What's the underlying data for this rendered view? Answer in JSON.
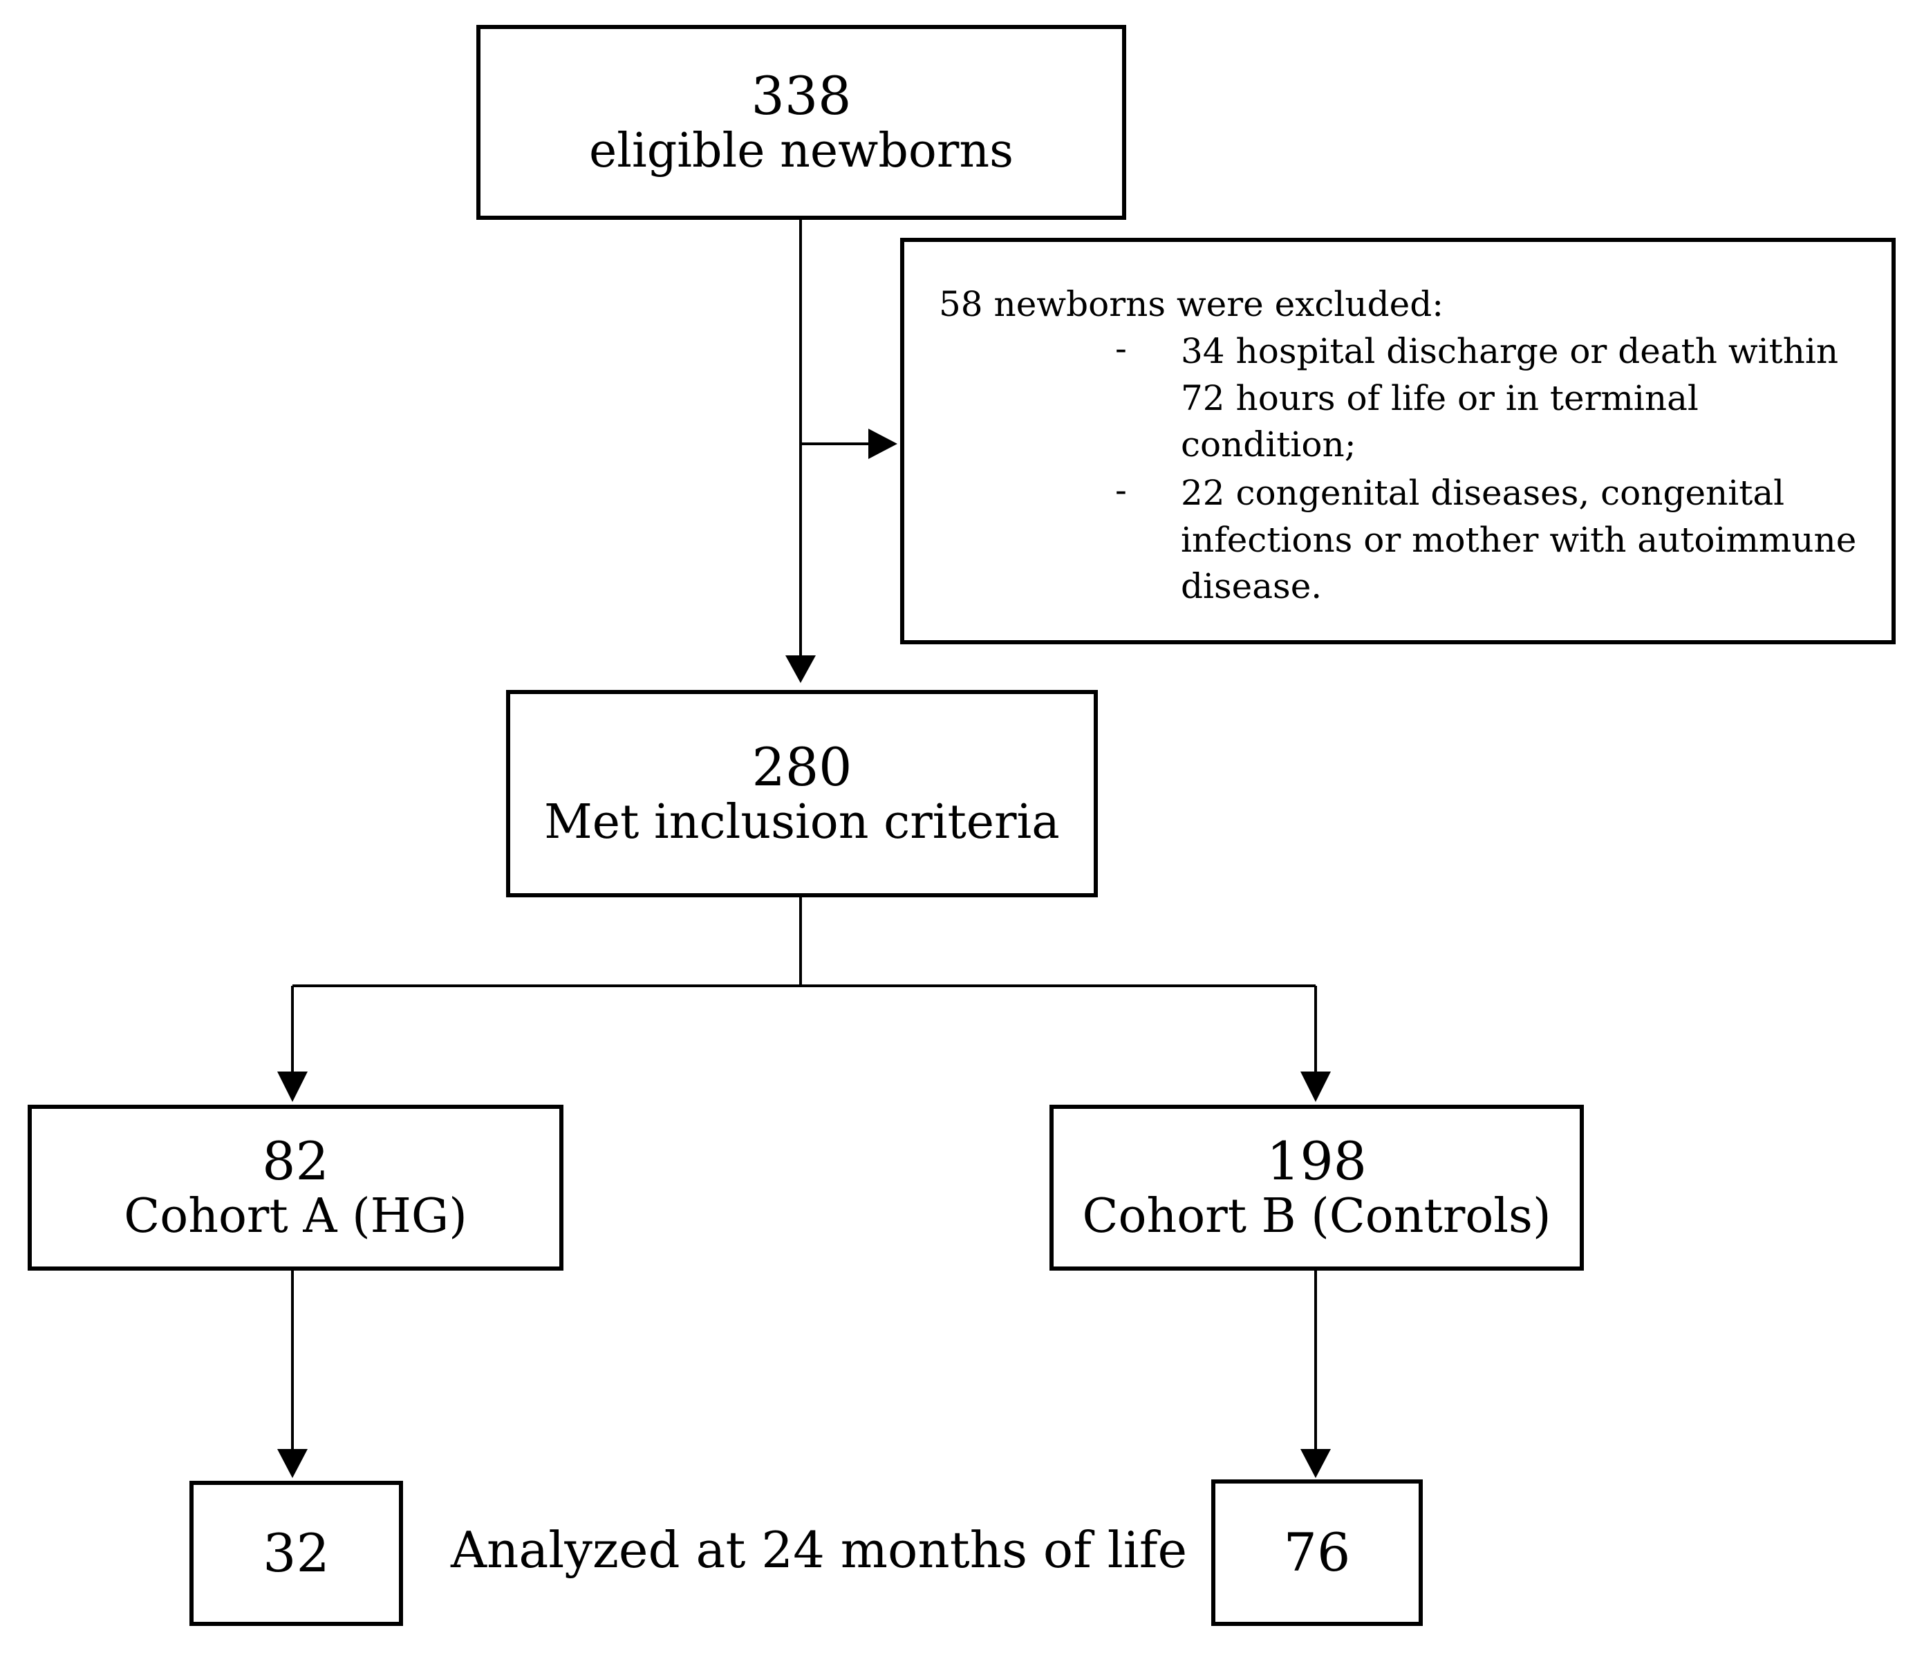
{
  "top_box": {
    "count": "338",
    "label": "eligible newborns"
  },
  "exclusion_box": {
    "title": "58 newborns were excluded:",
    "items": [
      {
        "bullet": "-",
        "text": "34 hospital discharge or death within 72 hours of life or in terminal condition;"
      },
      {
        "bullet": "-",
        "text": "22 congenital diseases, congenital infections or mother with autoimmune disease."
      }
    ]
  },
  "inclusion_box": {
    "count": "280",
    "label": "Met inclusion criteria"
  },
  "cohort_a": {
    "count": "82",
    "label": "Cohort A (HG)"
  },
  "cohort_b": {
    "count": "198",
    "label": "Cohort B (Controls)"
  },
  "analyzed": {
    "a_count": "32",
    "b_count": "76",
    "label": "Analyzed at 24 months of life"
  }
}
